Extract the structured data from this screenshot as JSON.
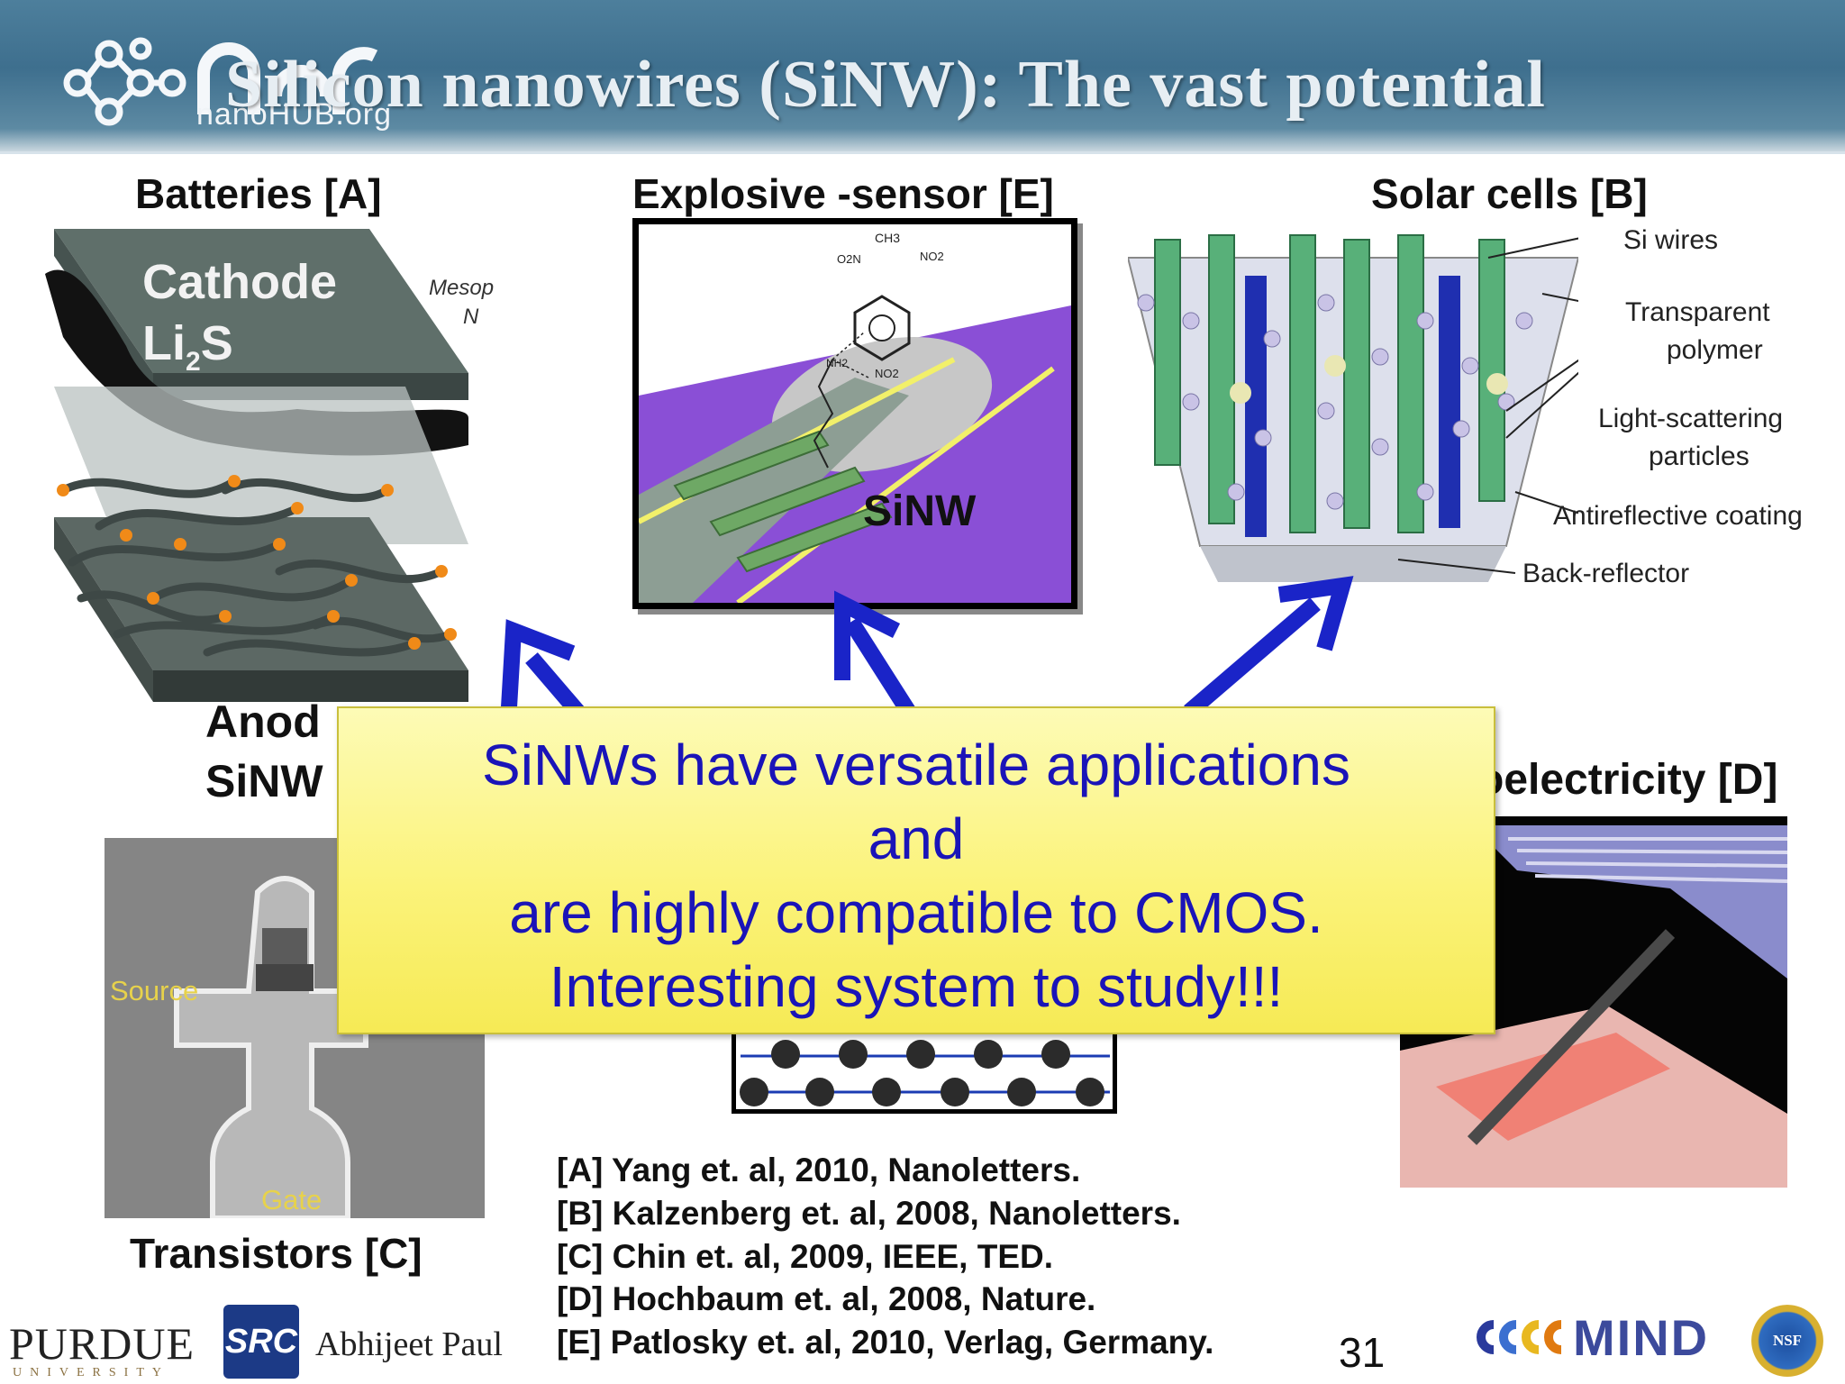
{
  "header": {
    "title": "Silicon nanowires (SiNW): The vast potential",
    "logo_text": "nanoHUB.org"
  },
  "panels": {
    "batteries": {
      "title": "Batteries [A]",
      "cathode_line1": "Cathode",
      "cathode_line2_main": "Li",
      "cathode_line2_sub": "2",
      "cathode_line2_end": "S",
      "side_text1": "Mesop",
      "side_text2": "N",
      "anode_line1": "Anod",
      "anode_line2": "SiNW"
    },
    "sensor": {
      "title": "Explosive -sensor [E]",
      "label": "SiNW",
      "chem": {
        "ch3": "CH3",
        "no2_left": "O2N",
        "no2_right": "NO2",
        "no2_bottom": "NO2",
        "nh2": "NH2"
      }
    },
    "solar": {
      "title": "Solar cells [B]",
      "labels": [
        "Si wires",
        "Transparent",
        "polymer",
        "Light-scattering",
        "particles",
        "Antireflective coating",
        "Back-reflector"
      ]
    },
    "transistors": {
      "title": "Transistors [C]",
      "source": "Source",
      "gate": "Gate"
    },
    "thermo": {
      "title": "oelectricity [D]"
    }
  },
  "callout": {
    "lines": [
      "SiNWs have versatile applications",
      "and",
      "are highly compatible to CMOS.",
      "Interesting system to study!!!"
    ]
  },
  "references": [
    "[A] Yang et. al, 2010, Nanoletters.",
    "[B] Kalzenberg et. al, 2008, Nanoletters.",
    "[C] Chin et. al, 2009, IEEE, TED.",
    "[D] Hochbaum et. al, 2008, Nature.",
    "[E] Patlosky et. al, 2010, Verlag, Germany."
  ],
  "footer": {
    "purdue": "PURDUE",
    "purdue_sub": "UNIVERSITY",
    "src": "SRC",
    "author": "Abhijeet Paul",
    "page_number": "31",
    "mind": "MIND",
    "nsf": "NSF"
  },
  "colors": {
    "callout_text": "#1a14b8",
    "arrow": "#1a24c8",
    "header_bg": "#4a7b98"
  }
}
